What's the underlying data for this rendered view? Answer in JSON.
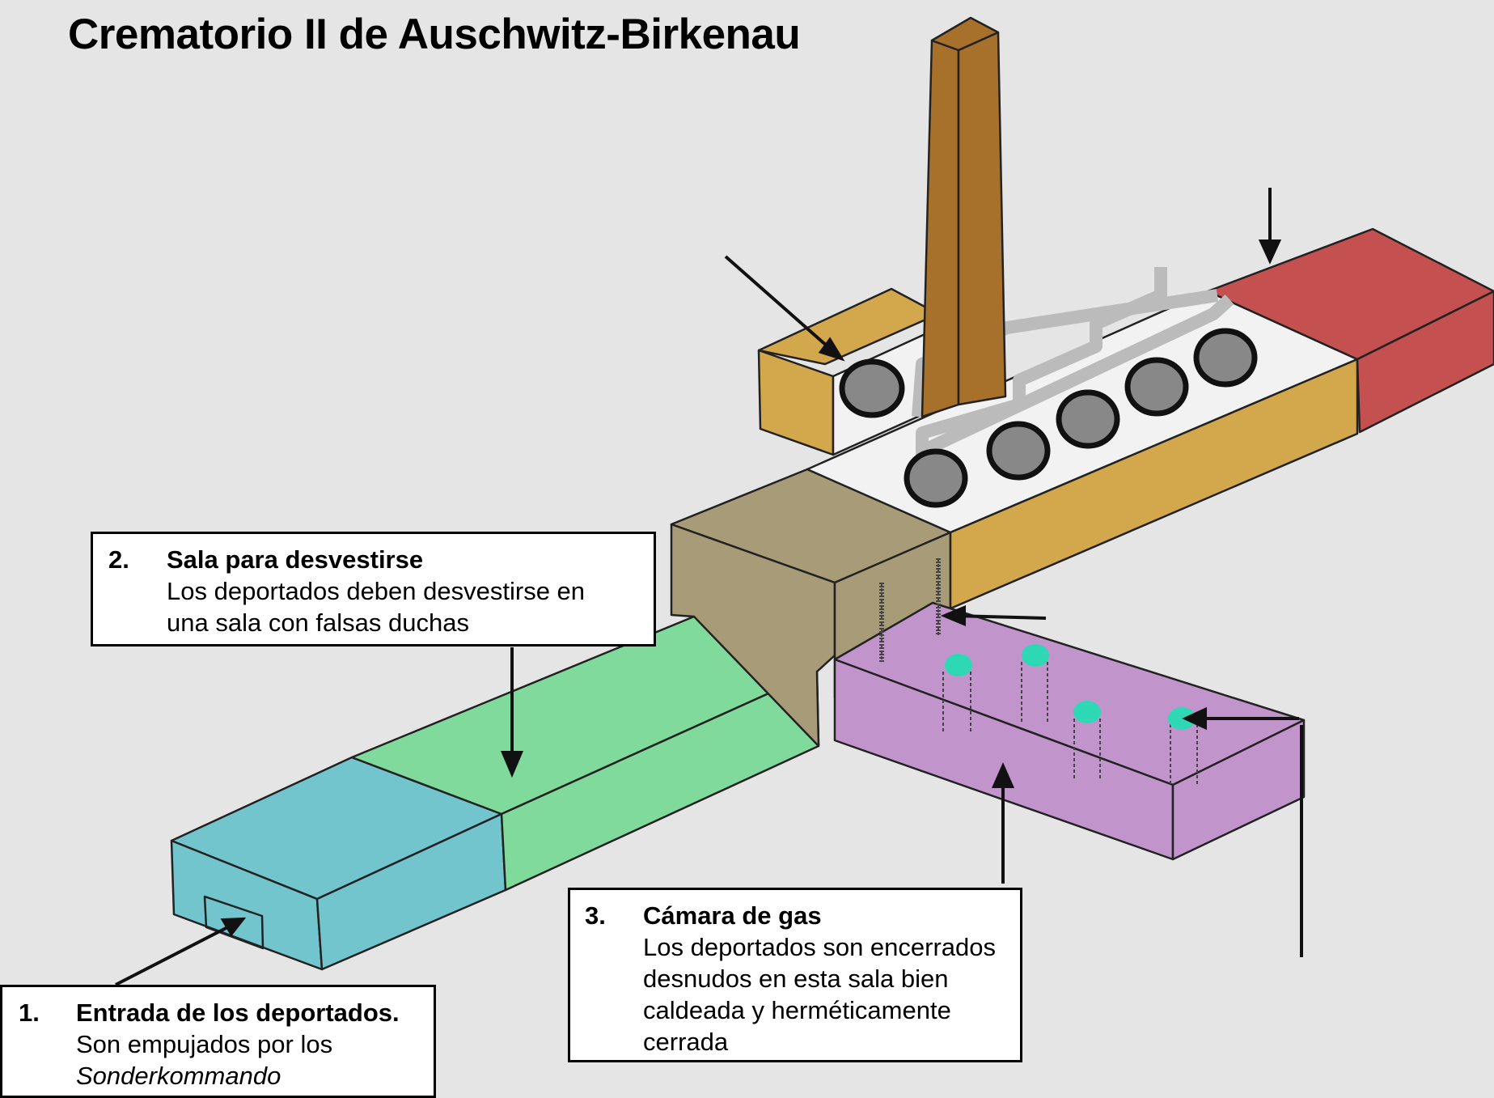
{
  "title": "Crematorio II de Auschwitz-Birkenau",
  "callouts": [
    {
      "number": "1.",
      "heading": "Entrada de los deportados.",
      "lines": [
        "Son empujados por los"
      ],
      "italic": "Sonderkommando"
    },
    {
      "number": "2.",
      "heading": "Sala para desvestirse",
      "lines": [
        "Los deportados deben desvestirse en",
        "una sala con falsas duchas"
      ]
    },
    {
      "number": "3.",
      "heading": "Cámara de gas",
      "lines": [
        "Los deportados son encerrados",
        "desnudos en esta sala bien",
        "caldeada y herméticamente",
        "cerrada"
      ]
    }
  ],
  "colors": {
    "background": "#e5e5e5",
    "entrance_block": "#72c5cd",
    "undressing_block": "#80da9c",
    "gas_chamber_block": "#c195cc",
    "central_block": "#a89b77",
    "furnace_hall": "#d3a84c",
    "coke_store": "#c45050",
    "chimney": "#a8712b",
    "zyklon_vent": "#2fd8b4"
  },
  "icons": [
    "arrow-icon",
    "furnace-icon",
    "zyklon-vent-icon",
    "chimney-icon"
  ]
}
